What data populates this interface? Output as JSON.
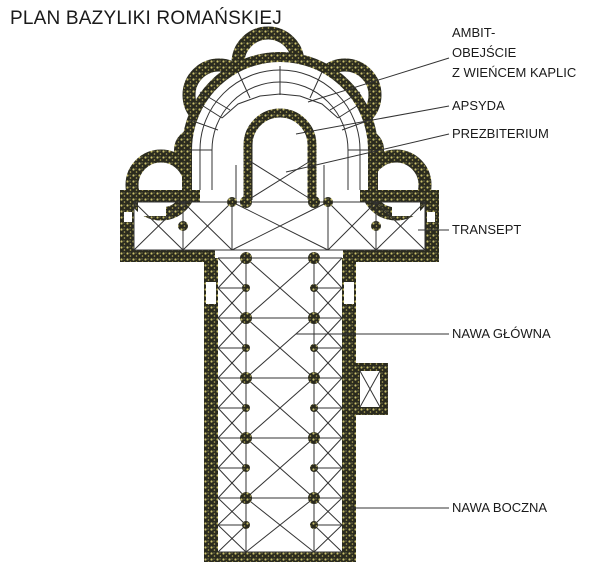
{
  "title": "PLAN BAZYLIKI ROMAŃSKIEJ",
  "labels": {
    "ambit_1": "AMBIT-",
    "ambit_2": "OBEJŚCIE",
    "ambit_3": "Z WIEŃCEM KAPLIC",
    "apsyda": "APSYDA",
    "prezbiterium": "PREZBITERIUM",
    "transept": "TRANSEPT",
    "nawa_glowna": "NAWA GŁÓWNA",
    "nawa_boczna": "NAWA BOCZNA"
  },
  "colors": {
    "wall": "#2a2a1e",
    "wall_speckle": "#c9c06a",
    "lines": "#333333"
  }
}
